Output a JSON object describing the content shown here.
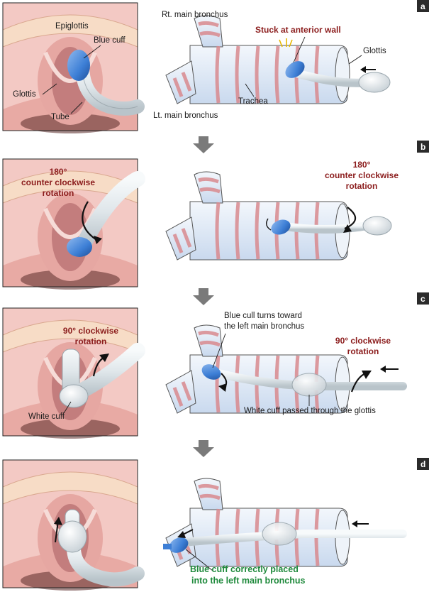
{
  "panels": {
    "a": {
      "letter": "a",
      "left_labels": {
        "epiglottis": "Epiglottis",
        "blue_cuff": "Blue cuff",
        "glottis": "Glottis",
        "tube": "Tube"
      },
      "right_labels": {
        "rt_bronchus": "Rt. main bronchus",
        "stuck": "Stuck at anterior wall",
        "glottis": "Glottis",
        "trachea": "Trachea",
        "lt_bronchus": "Lt. main bronchus"
      }
    },
    "b": {
      "letter": "b",
      "left_rotation": [
        "180°",
        "counter clockwise",
        "rotation"
      ],
      "right_rotation": [
        "180°",
        "counter clockwise",
        "rotation"
      ]
    },
    "c": {
      "letter": "c",
      "left_rotation": [
        "90° clockwise",
        "rotation"
      ],
      "left_labels": {
        "white_cuff": "White cuff"
      },
      "right_labels": {
        "blue_turn_1": "Blue cull turns toward",
        "blue_turn_2": "the left main bronchus",
        "white_passed": "White cuff passed through the glottis"
      },
      "right_rotation": [
        "90° clockwise",
        "rotation"
      ]
    },
    "d": {
      "letter": "d",
      "right_labels": {
        "placed_1": "Blue cuff correctly placed",
        "placed_2": "into the left main bronchus"
      }
    }
  },
  "colors": {
    "tissue": "#f3c9c4",
    "tissue_dark": "#d9958f",
    "epiglottis": "#f7dcc6",
    "blue_cuff": "#3d7fd6",
    "tube": "#dfe6ea",
    "band": "#d98a8f",
    "airway": "#e6eef8",
    "label_red": "#8b1c1c",
    "label_green": "#1f8a3c",
    "tag_bg": "#2b2b2b"
  }
}
